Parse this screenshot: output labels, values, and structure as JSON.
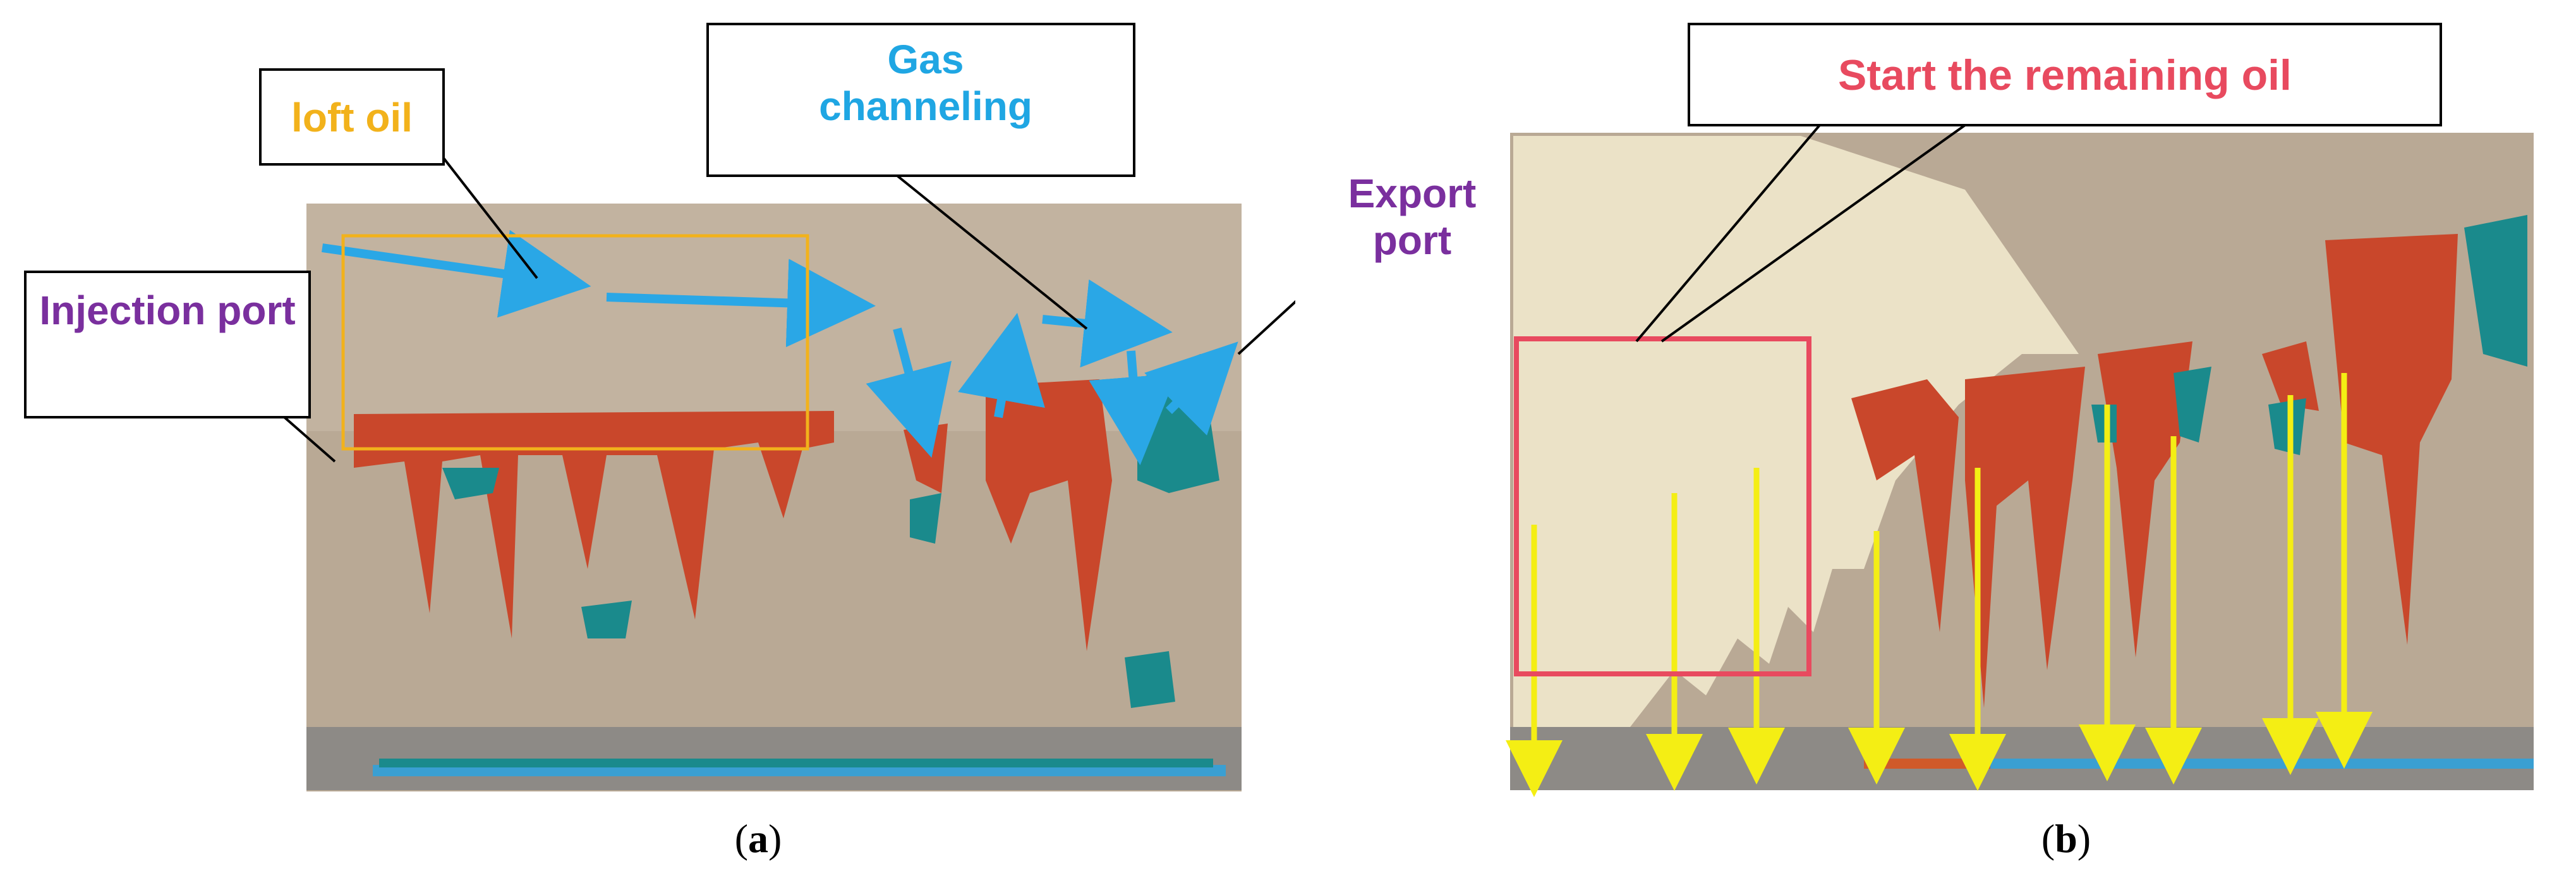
{
  "panel_a": {
    "caption_open": "(",
    "caption_letter": "a",
    "caption_close": ")",
    "labels": {
      "loft_oil": "loft oil",
      "gas_channeling": "Gas channeling",
      "export_port": "Export port",
      "injection_port": "Injection port"
    }
  },
  "panel_b": {
    "caption_open": "(",
    "caption_letter": "b",
    "caption_close": ")",
    "labels": {
      "remaining_oil": "Start the remaining oil"
    }
  },
  "colors": {
    "loft_oil_label": "#f2b21b",
    "gas_label": "#1fa6e3",
    "port_label": "#7a2f9e",
    "remaining_label": "#e84a5f",
    "gas_arrow": "#2aa7e6",
    "yellow_arrow": "#f4ee14",
    "oil_red": "#c9472b",
    "water_teal": "#1a8a8c",
    "model_bg": "#b9a995"
  }
}
